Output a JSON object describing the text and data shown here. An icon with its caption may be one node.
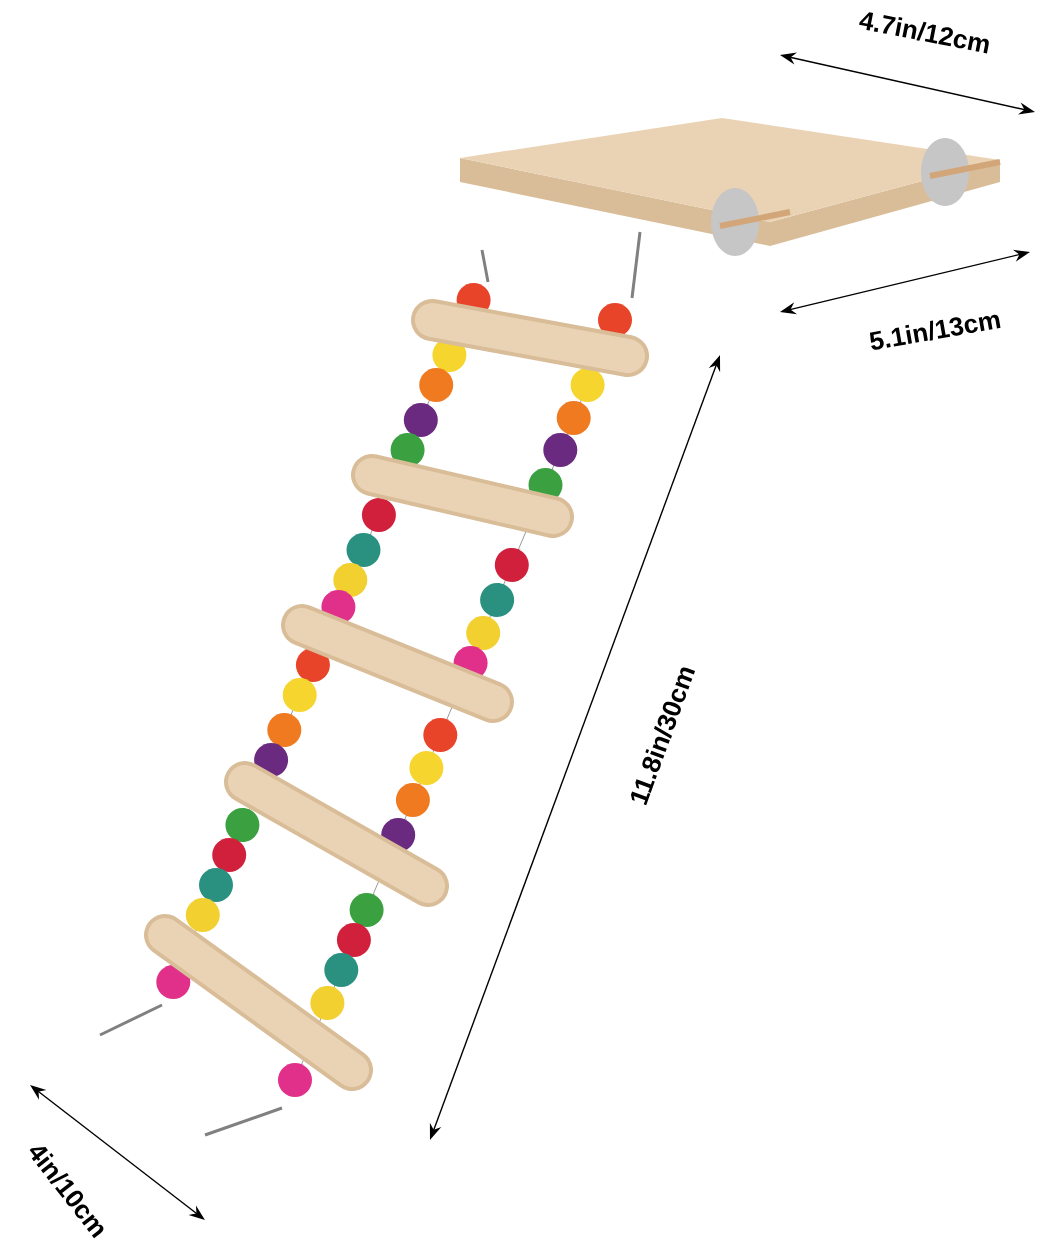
{
  "diagram": {
    "labels": [
      "4.7in/12cm",
      "5.1in/13cm",
      "11.8in/30cm",
      "4in/10cm"
    ]
  }
}
